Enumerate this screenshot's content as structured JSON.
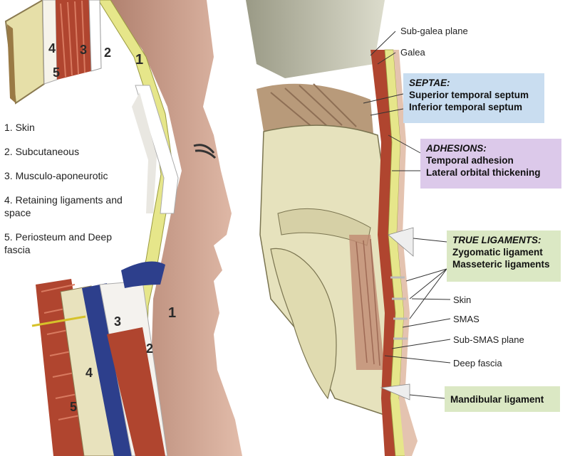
{
  "legend": [
    {
      "num": "1.",
      "text": "Skin"
    },
    {
      "num": "2.",
      "text": "Subcutaneous"
    },
    {
      "num": "3.",
      "text": "Musculo-aponeurotic"
    },
    {
      "num": "4.",
      "text": "Retaining ligaments and space"
    },
    {
      "num": "5.",
      "text": "Periosteum and Deep fascia"
    }
  ],
  "layer_numbers": {
    "n1": "1",
    "n2": "2",
    "n3": "3",
    "n4": "4",
    "n5": "5"
  },
  "labels": {
    "sub_galea_plane": "Sub-galea plane",
    "galea": "Galea",
    "skin": "Skin",
    "smas": "SMAS",
    "sub_smas_plane": "Sub-SMAS plane",
    "deep_fascia": "Deep fascia"
  },
  "septae": {
    "heading": "SEPTAE:",
    "items": [
      "Superior temporal septum",
      "Inferior temporal septum"
    ]
  },
  "adhesions": {
    "heading": "ADHESIONS:",
    "items": [
      "Temporal adhesion",
      "Lateral orbital thickening"
    ]
  },
  "true_ligaments": {
    "heading": "TRUE LIGAMENTS:",
    "items": [
      "Zygomatic ligament",
      "Masseteric ligaments"
    ]
  },
  "mandibular": {
    "label": "Mandibular ligament"
  },
  "colors": {
    "skin": "#c89a86",
    "fat": "#e6e68a",
    "muscle": "#b0452f",
    "bone": "#e8e2bd",
    "septae_box": "#c9ddf0",
    "adhesions_box": "#dcc9ea",
    "ligaments_box": "#dbe8c4"
  }
}
